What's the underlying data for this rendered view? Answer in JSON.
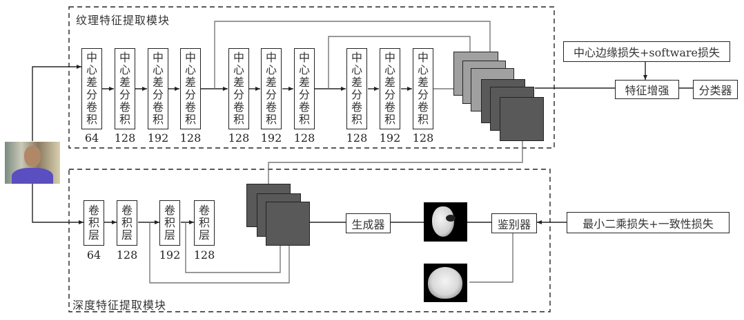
{
  "texture_module": {
    "title": "纹理特征提取模块",
    "blocks": [
      {
        "label": "中心差分卷积",
        "channels": "64"
      },
      {
        "label": "中心差分卷积",
        "channels": "128"
      },
      {
        "label": "中心差分卷积",
        "channels": "192"
      },
      {
        "label": "中心差分卷积",
        "channels": "128"
      },
      {
        "label": "中心差分卷积",
        "channels": "128"
      },
      {
        "label": "中心差分卷积",
        "channels": "192"
      },
      {
        "label": "中心差分卷积",
        "channels": "128"
      },
      {
        "label": "中心差分卷积",
        "channels": "128"
      },
      {
        "label": "中心差分卷积",
        "channels": "192"
      },
      {
        "label": "中心差分卷积",
        "channels": "128"
      }
    ]
  },
  "depth_module": {
    "title": "深度特征提取模块",
    "blocks": [
      {
        "label": "卷积层",
        "channels": "64"
      },
      {
        "label": "卷积层",
        "channels": "128"
      },
      {
        "label": "卷积层",
        "channels": "192"
      },
      {
        "label": "卷积层",
        "channels": "128"
      }
    ],
    "generator": "生成器",
    "discriminator": "鉴别器"
  },
  "loss_texture": "中心边缘损失+software损失",
  "feature_enhance": "特征增强",
  "classifier": "分类器",
  "loss_depth": "最小二乘损失+一致性损失",
  "colors": {
    "feature_map_light": "#a0a0a0",
    "feature_map_dark": "#595959",
    "line": "#222222"
  }
}
